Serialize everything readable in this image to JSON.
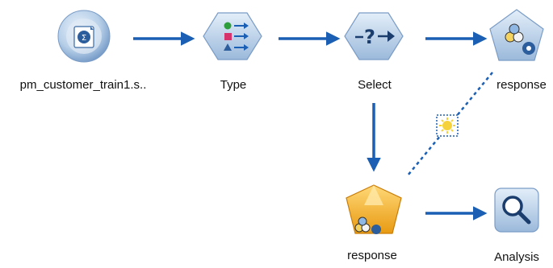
{
  "diagram": {
    "nodes": [
      {
        "id": "source",
        "label": "pm_customer_train1.s..",
        "icon": "database-source-icon"
      },
      {
        "id": "type",
        "label": "Type",
        "icon": "type-field-ops-icon"
      },
      {
        "id": "select",
        "label": "Select",
        "icon": "select-record-ops-icon"
      },
      {
        "id": "modeler",
        "label": "response",
        "icon": "model-builder-icon"
      },
      {
        "id": "nugget",
        "label": "response",
        "icon": "model-nugget-icon"
      },
      {
        "id": "analysis",
        "label": "Analysis",
        "icon": "analysis-magnifier-icon"
      }
    ],
    "links": [
      {
        "from": "source",
        "to": "type",
        "style": "solid-arrow"
      },
      {
        "from": "type",
        "to": "select",
        "style": "solid-arrow"
      },
      {
        "from": "select",
        "to": "modeler",
        "style": "solid-arrow"
      },
      {
        "from": "select",
        "to": "nugget",
        "style": "solid-arrow"
      },
      {
        "from": "nugget",
        "to": "analysis",
        "style": "solid-arrow"
      },
      {
        "from": "modeler",
        "to": "nugget",
        "style": "dashed-model-link"
      }
    ],
    "colors": {
      "arrow": "#1a5fb4",
      "node_fill_light": "#c9dcef",
      "node_fill_dark": "#6f96c4",
      "nugget_gold": "#f4b223",
      "link_marker": "#f6d23a"
    }
  }
}
